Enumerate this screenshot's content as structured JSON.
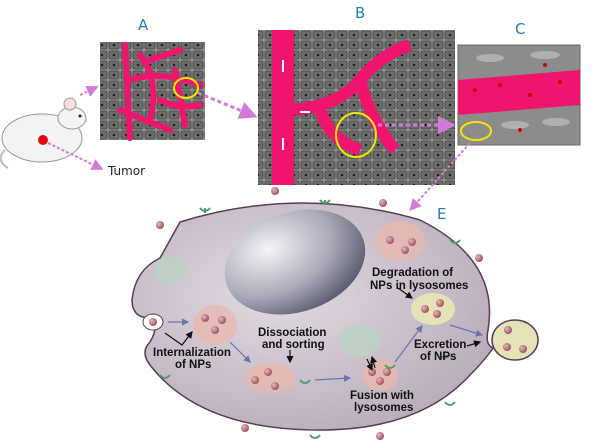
{
  "panels": {
    "a": "A",
    "b": "B",
    "c": "C",
    "e": "E"
  },
  "mouse_label": "Tumor",
  "cell_labels": {
    "degradation_1": "Degradation of",
    "degradation_2": "NPs in lysosomes",
    "dissociation_1": "Dissociation",
    "dissociation_2": "and sorting",
    "internalization_1": "Internalization",
    "internalization_2": "of NPs",
    "excretion_1": "Excretion",
    "excretion_2": "of NPs",
    "fusion_1": "Fusion with",
    "fusion_2": "lysosomes"
  },
  "colors": {
    "vessel": "#f0146e",
    "tissue": "#7a7a7a",
    "cell": "#c9bfca",
    "arrow": "#d27ad8",
    "np": "#b56b74",
    "receptor": "#4f9e6a"
  }
}
